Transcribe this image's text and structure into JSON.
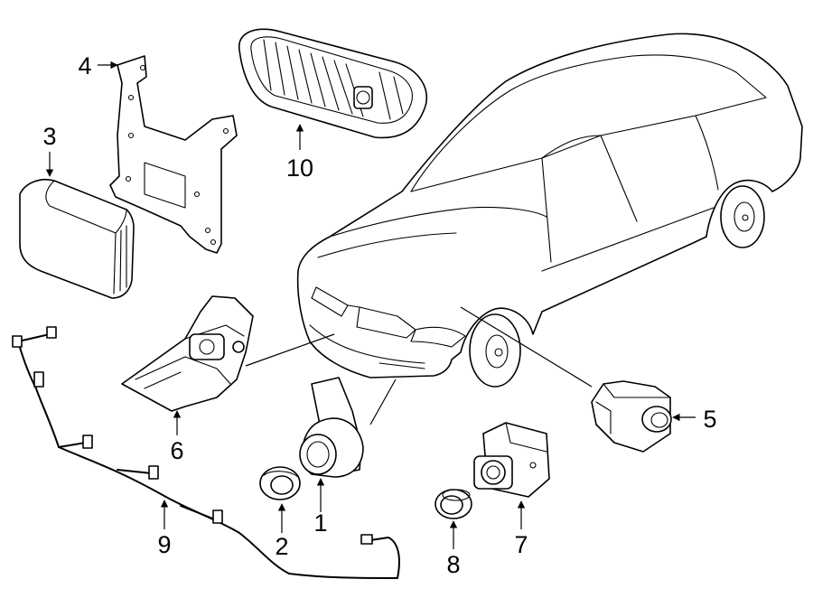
{
  "colors": {
    "line": "#000000",
    "background": "#ffffff"
  },
  "callouts": [
    {
      "id": "1",
      "label": "1"
    },
    {
      "id": "2",
      "label": "2"
    },
    {
      "id": "3",
      "label": "3"
    },
    {
      "id": "4",
      "label": "4"
    },
    {
      "id": "5",
      "label": "5"
    },
    {
      "id": "6",
      "label": "6"
    },
    {
      "id": "7",
      "label": "7"
    },
    {
      "id": "8",
      "label": "8"
    },
    {
      "id": "9",
      "label": "9"
    },
    {
      "id": "10",
      "label": "10"
    }
  ]
}
